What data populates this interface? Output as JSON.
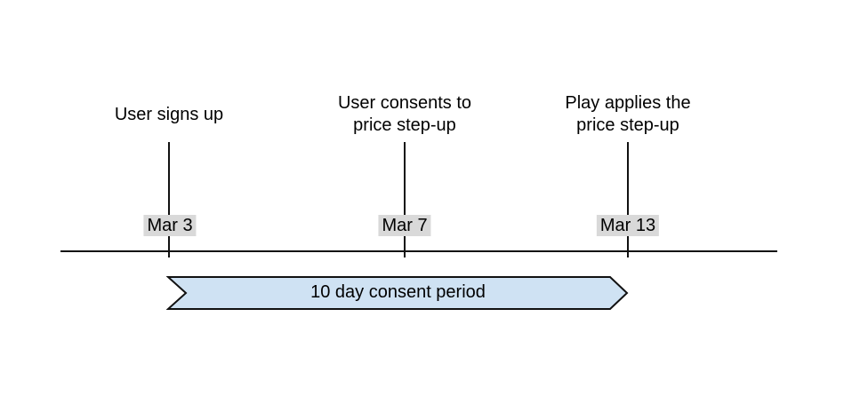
{
  "diagram": {
    "background_color": "#ffffff",
    "line_color": "#111111",
    "text_color": "#000000",
    "date_badge_bg": "#d9d9d9",
    "events": [
      {
        "label": "User signs up",
        "date": "Mar 3"
      },
      {
        "label": "User consents to\nprice step-up",
        "date": "Mar 7"
      },
      {
        "label": "Play applies the\nprice step-up",
        "date": "Mar 13"
      }
    ],
    "period_banner": {
      "label": "10 day consent period",
      "fill_color": "#cfe2f3",
      "border_color": "#111111"
    }
  }
}
